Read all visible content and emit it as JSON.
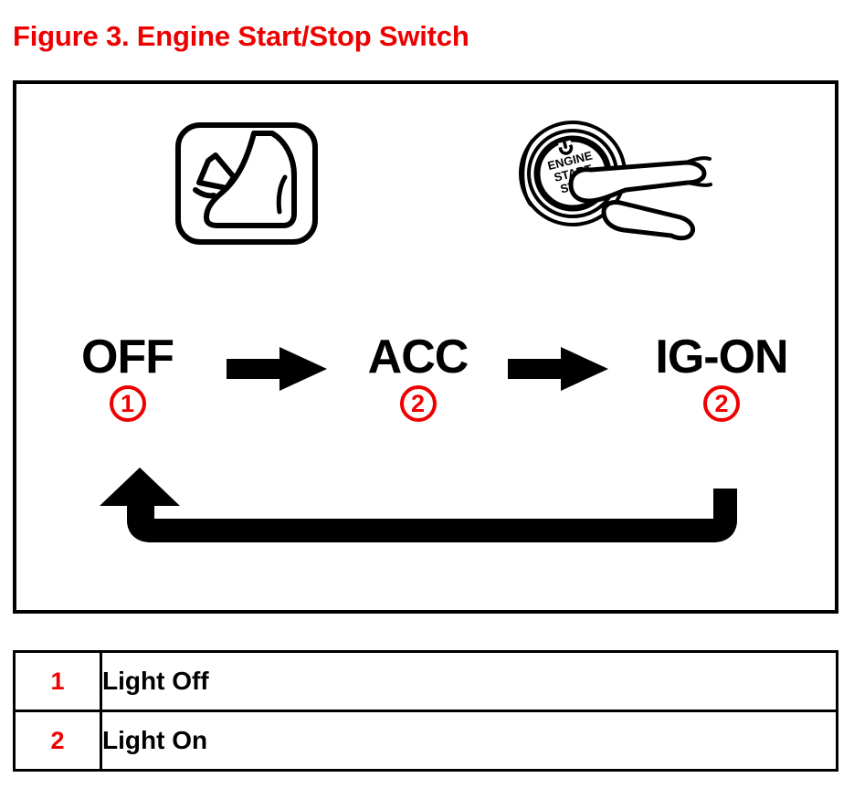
{
  "figure": {
    "caption": "Figure 3.  Engine Start/Stop Switch",
    "caption_color": "#ee0000",
    "border_color": "#000000"
  },
  "illustrations": [
    {
      "name": "brake-pedal-icon",
      "description": "Foot pressing brake pedal inside rounded square"
    },
    {
      "name": "engine-start-stop-button",
      "description": "Finger pressing ENGINE START STOP push button",
      "button_text_line1": "ENGINE",
      "button_text_line2": "START",
      "button_text_line3": "STOP"
    }
  ],
  "flow": {
    "states": [
      {
        "label": "OFF",
        "badge": "1"
      },
      {
        "label": "ACC",
        "badge": "2"
      },
      {
        "label": "IG-ON",
        "badge": "2"
      }
    ],
    "arrows": [
      {
        "name": "arrow-off-to-acc",
        "direction": "right"
      },
      {
        "name": "arrow-acc-to-igon",
        "direction": "right"
      }
    ],
    "loopback": {
      "name": "loopback-arrow-igon-to-off",
      "direction": "right-to-left-up"
    },
    "badge_color": "#ee0000",
    "label_color": "#000000"
  },
  "legend": {
    "rows": [
      {
        "num": "1",
        "text": "Light Off"
      },
      {
        "num": "2",
        "text": "Light On"
      }
    ],
    "num_color": "#ee0000",
    "text_color": "#000000"
  }
}
